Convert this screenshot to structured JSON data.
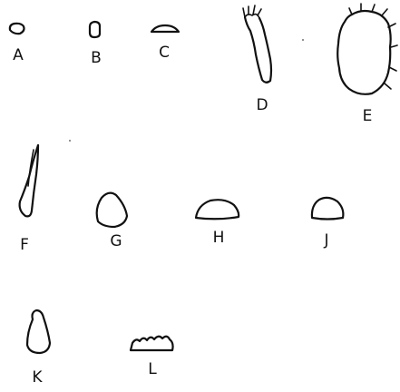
{
  "figure": {
    "labels": {
      "a": "A",
      "b": "B",
      "c": "C",
      "d": "D",
      "e": "E",
      "f": "F",
      "g": "G",
      "h": "H",
      "j": "J",
      "k": "K",
      "l": "L"
    }
  }
}
